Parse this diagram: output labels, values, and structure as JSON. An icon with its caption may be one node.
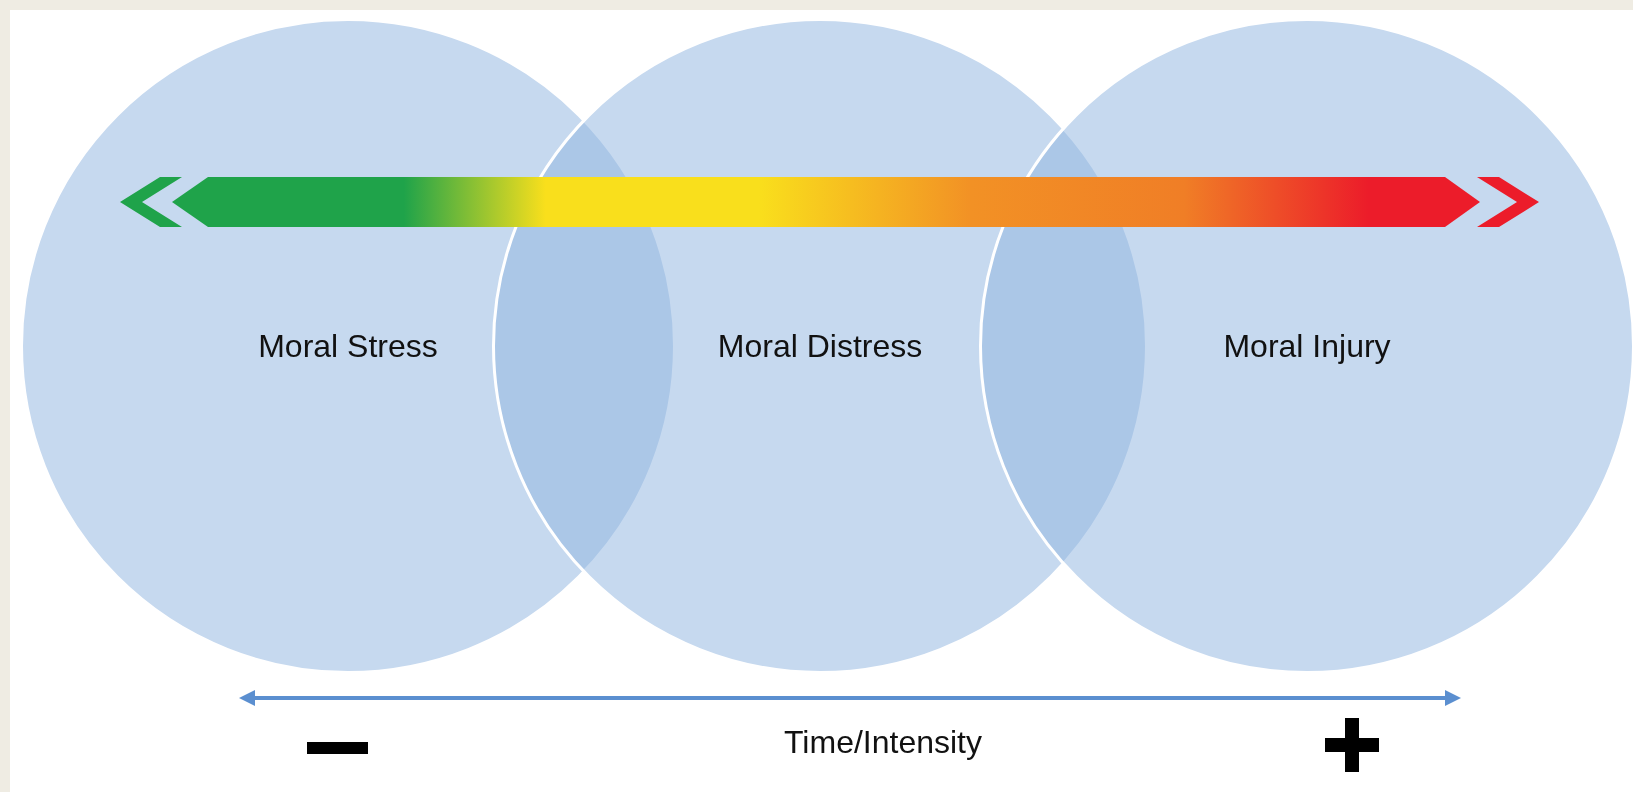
{
  "diagram": {
    "nodes": [
      {
        "text": [],
        "shape": "arrow"
      },
      {
        "text": [
          "Moral Stress"
        ]
      },
      {
        "text": [
          "Moral Distress"
        ]
      },
      {
        "text": [
          "Moral Injury"
        ]
      },
      {
        "text": [],
        "shape": "arrow"
      }
    ],
    "labels": [
      "Time/Intensity"
    ]
  }
}
